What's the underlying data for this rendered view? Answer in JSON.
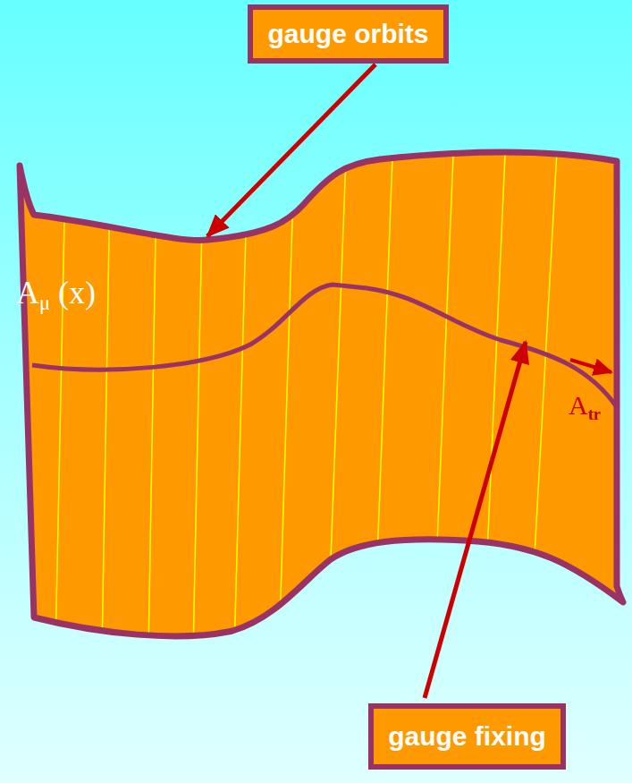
{
  "diagram": {
    "nodes": [
      {
        "text": [
          "gauge orbits"
        ]
      },
      {
        "text": [
          "gauge fixing"
        ]
      }
    ],
    "labels": [
      "Aμ (x)",
      "Atr"
    ]
  }
}
